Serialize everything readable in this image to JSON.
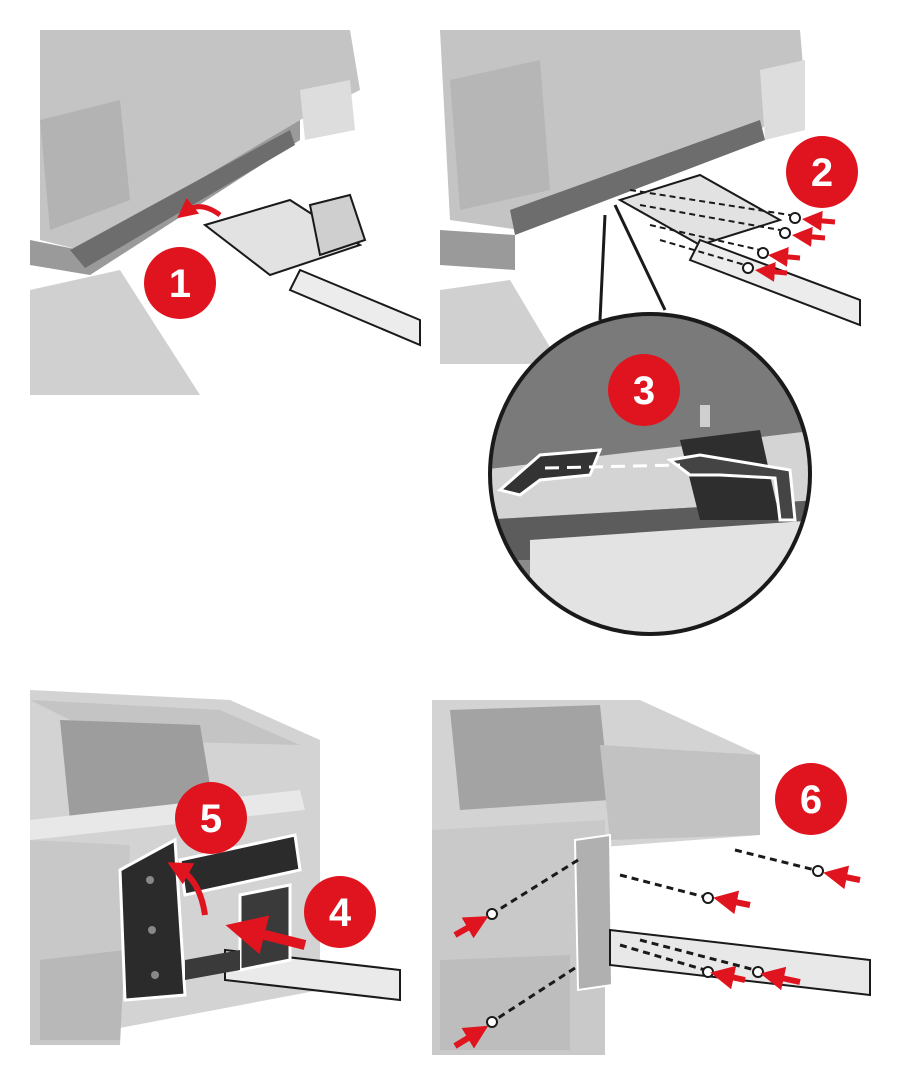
{
  "steps": [
    {
      "label": "1"
    },
    {
      "label": "2"
    },
    {
      "label": "3"
    },
    {
      "label": "4"
    },
    {
      "label": "5"
    },
    {
      "label": "6"
    }
  ],
  "colors": {
    "badge": "#e0141e",
    "arrow": "#e0141e",
    "printer_gray": "#bdbdbd",
    "printer_light": "#d9d9d9",
    "bracket_dark": "#2b2b2b",
    "rail_light": "#e6e6e6",
    "outline": "#1a1a1a"
  },
  "icons": [
    "step-badge-icon",
    "insert-arrow-icon",
    "rotate-arrow-icon",
    "screw-icon"
  ]
}
